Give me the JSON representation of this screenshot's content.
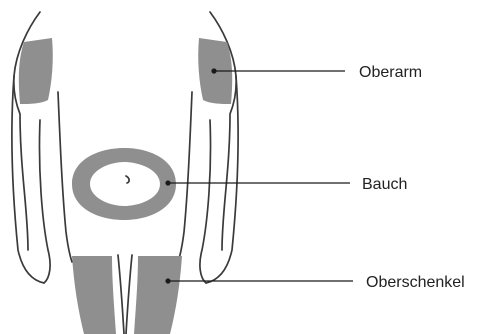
{
  "colors": {
    "outline": "#3a3a3a",
    "injection_site": "#8f8f8f",
    "leader": "#1a1a1a",
    "background": "#ffffff"
  },
  "labels": {
    "upper_arm": "Oberarm",
    "abdomen": "Bauch",
    "thigh": "Oberschenkel"
  }
}
